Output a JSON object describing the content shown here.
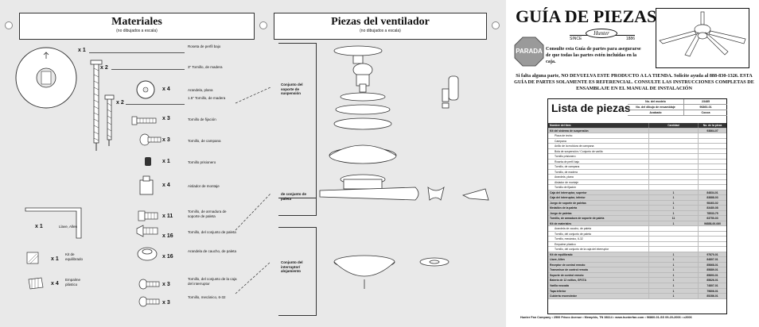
{
  "materials": {
    "title": "Materiales",
    "subtitle": "(no dibujados a escala)",
    "parts": [
      {
        "qty": "x 1",
        "name": "Roseta de perfil bajo"
      },
      {
        "qty": "x 2",
        "name": "3\" Tornillo, de madera"
      },
      {
        "qty": "x 4",
        "name": "Arandela, plana"
      },
      {
        "qty": "x 2",
        "name": "1.5\" Tornillo, de madera"
      },
      {
        "qty": "x 3",
        "name": "Tornillo de fijación"
      },
      {
        "qty": "x 3",
        "name": "Tornillo, de campana"
      },
      {
        "qty": "x 1",
        "name": "Tornillo prisionero"
      },
      {
        "qty": "x 4",
        "name": "Aislador de montaje"
      },
      {
        "qty": "x 1",
        "name": "Llave, Allen"
      },
      {
        "qty": "x 1",
        "name": "Kit de equilibrado"
      },
      {
        "qty": "x 4",
        "name": "Empalme plástico"
      },
      {
        "qty": "x 11",
        "name": "Tornillo, de armadura de soporte de paleta"
      },
      {
        "qty": "x 16",
        "name": "Tornillo, del conjunto de paleta"
      },
      {
        "qty": "x 16",
        "name": "Arandela de caucho, de paleta"
      },
      {
        "qty": "x 3",
        "name": "Tornillo, del conjunto de la caja del interruptor"
      },
      {
        "qty": "x 3",
        "name": "Tornillo, mecánico, 6-32"
      }
    ]
  },
  "fan_parts": {
    "title": "Piezas del ventilador",
    "subtitle": "(no dibujados a escala)",
    "groups": [
      {
        "label": "Conjunto del soporte de suspensión"
      },
      {
        "label": "de conjunto de paleta"
      },
      {
        "label": "Conjunto del interruptor/ alojamiento"
      }
    ]
  },
  "guide": {
    "title": "GUÍA DE PIEZAS",
    "brand": "Hunter",
    "since_label": "SINCE",
    "since_year": "1886",
    "stop_label": "PARADA",
    "intro": "Consulte esta Guía de partes para asegurarse de que todas las partes estén incluidas en la caja.",
    "warning": "Si falta alguna parte, NO DEVUELVA ESTE PRODUCTO A LA TIENDA. Solicite ayuda al 888-830-1326. ESTA GUÍA DE PARTES SOLAMENTE ES REFERENCIAL. CONSULTE LAS INSTRUCCIONES COMPLETAS DE ENSAMBLAJE EN EL MANUAL DE INSTALACIÓN",
    "list_title": "Lista de piezas",
    "meta": [
      {
        "k": "No. del modelo",
        "v": "23485"
      },
      {
        "k": "No. del dibujo de ensamblaje",
        "v": "96860-01"
      },
      {
        "k": "Acabado",
        "v": "Cocoa"
      }
    ],
    "table_header": {
      "name": "Nombre del item",
      "qty": "Cantidad",
      "part": "No. de la pieza"
    },
    "rows": [
      {
        "n": "Kit del sistema de suspensión",
        "c": "",
        "p": "93864-07",
        "t": "g"
      },
      {
        "n": "Placa de techo",
        "c": "",
        "p": "",
        "t": "sub"
      },
      {
        "n": "Campana",
        "c": "",
        "p": "",
        "t": "sub"
      },
      {
        "n": "Anillo de la moldura de campana",
        "c": "",
        "p": "",
        "t": "sub"
      },
      {
        "n": "Bola de suspensión / Conjunto de varilla",
        "c": "",
        "p": "",
        "t": "sub"
      },
      {
        "n": "Tornillo prisionero",
        "c": "",
        "p": "",
        "t": "sub"
      },
      {
        "n": "Roseta de perfil bajo",
        "c": "",
        "p": "",
        "t": "sub"
      },
      {
        "n": "Tornillo, de campana",
        "c": "",
        "p": "",
        "t": "sub"
      },
      {
        "n": "Tornillo, de madera",
        "c": "",
        "p": "",
        "t": "sub"
      },
      {
        "n": "Arandela, plana",
        "c": "",
        "p": "",
        "t": "sub"
      },
      {
        "n": "Aislador de montaje",
        "c": "",
        "p": "",
        "t": "sub"
      },
      {
        "n": "Tornillo de fijación",
        "c": "",
        "p": "",
        "t": "sub"
      },
      {
        "n": "Caja del interruptor, superior",
        "c": "1",
        "p": "84834-01",
        "t": "g"
      },
      {
        "n": "Caja del interruptor, inferior",
        "c": "1",
        "p": "83888-03",
        "t": "g"
      },
      {
        "n": "Juego de soporte de paletas",
        "c": "1",
        "p": "98463-02",
        "t": "g"
      },
      {
        "n": "Medallón de la paleta",
        "c": "1",
        "p": "83480-08",
        "t": "g"
      },
      {
        "n": "Juego de paletas",
        "c": "1",
        "p": "78533-75",
        "t": "g"
      },
      {
        "n": "Tornillo, de armadura de soporte de paleta",
        "c": "11",
        "p": "63750-03",
        "t": "g"
      },
      {
        "n": "Kit de materiales",
        "c": "1",
        "p": "96858-00-060",
        "t": "g"
      },
      {
        "n": "Arandela de caucho, de paleta",
        "c": "",
        "p": "",
        "t": "sub"
      },
      {
        "n": "Tornillo, del conjunto de paleta",
        "c": "",
        "p": "",
        "t": "sub"
      },
      {
        "n": "Tornillo, mecánico, 6-32",
        "c": "",
        "p": "",
        "t": "sub"
      },
      {
        "n": "Empalme plástico",
        "c": "",
        "p": "",
        "t": "sub"
      },
      {
        "n": "Tornillo, del conjunto de la caja del interruptor",
        "c": "",
        "p": "",
        "t": "sub"
      },
      {
        "n": "Kit de equilibrado",
        "c": "1",
        "p": "97870-01",
        "t": "g"
      },
      {
        "n": "Llave, Allen",
        "c": "1",
        "p": "84807-01",
        "t": "g"
      },
      {
        "n": "Receptor de control remoto",
        "c": "1",
        "p": "85868-01",
        "t": "g"
      },
      {
        "n": "Transmisor de control remoto",
        "c": "1",
        "p": "85889-01",
        "t": "g"
      },
      {
        "n": "Soporte de control remoto",
        "c": "1",
        "p": "85893-01",
        "t": "g"
      },
      {
        "n": "Batería de 12 voltios, GP27A",
        "c": "1",
        "p": "85826-01",
        "t": "g"
      },
      {
        "n": "Varilla roscada",
        "c": "1",
        "p": "74807-01",
        "t": "g"
      },
      {
        "n": "Tapa inferior",
        "c": "1",
        "p": "79806-01",
        "t": "g"
      },
      {
        "n": "Cubierta encendedor",
        "c": "1",
        "p": "85286-01",
        "t": "g"
      }
    ],
    "footer": "Hunter Fan Company  •  2500 Frisco Avenue  •  Memphis, TN 38114  •  www.hunterfan.com  •  96860-01-SS 09-20-2006  •  c2006"
  }
}
